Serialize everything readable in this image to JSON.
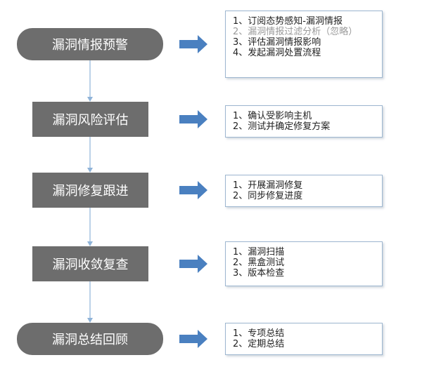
{
  "colors": {
    "stage_fill": "#6d6d6d",
    "stage_text": "#ffffff",
    "arrow_fill": "#4a80c0",
    "connector": "#8fb3d8",
    "box_border": "#9db6cf",
    "item_text": "#222222",
    "item_muted": "#9a9a9a"
  },
  "stages": [
    {
      "label": "漏洞情报预警",
      "shape": "rounded",
      "items": [
        {
          "text": "1、订阅态势感知-漏洞情报",
          "muted": false
        },
        {
          "text": "2、漏洞情报过滤分析（忽略）",
          "muted": true
        },
        {
          "text": "3、评估漏洞情报影响",
          "muted": false
        },
        {
          "text": "4、发起漏洞处置流程",
          "muted": false
        }
      ]
    },
    {
      "label": "漏洞风险评估",
      "shape": "rect",
      "items": [
        {
          "text": "1、确认受影响主机",
          "muted": false
        },
        {
          "text": "2、测试并确定修复方案",
          "muted": false
        }
      ]
    },
    {
      "label": "漏洞修复跟进",
      "shape": "rect",
      "items": [
        {
          "text": "1、开展漏洞修复",
          "muted": false
        },
        {
          "text": "2、同步修复进度",
          "muted": false
        }
      ]
    },
    {
      "label": "漏洞收敛复查",
      "shape": "rect",
      "items": [
        {
          "text": "1、漏洞扫描",
          "muted": false
        },
        {
          "text": "2、黑盒测试",
          "muted": false
        },
        {
          "text": "3、版本检查",
          "muted": false
        }
      ]
    },
    {
      "label": "漏洞总结回顾",
      "shape": "rounded",
      "items": [
        {
          "text": "1、专项总结",
          "muted": false
        },
        {
          "text": "2、定期总结",
          "muted": false
        }
      ]
    }
  ]
}
